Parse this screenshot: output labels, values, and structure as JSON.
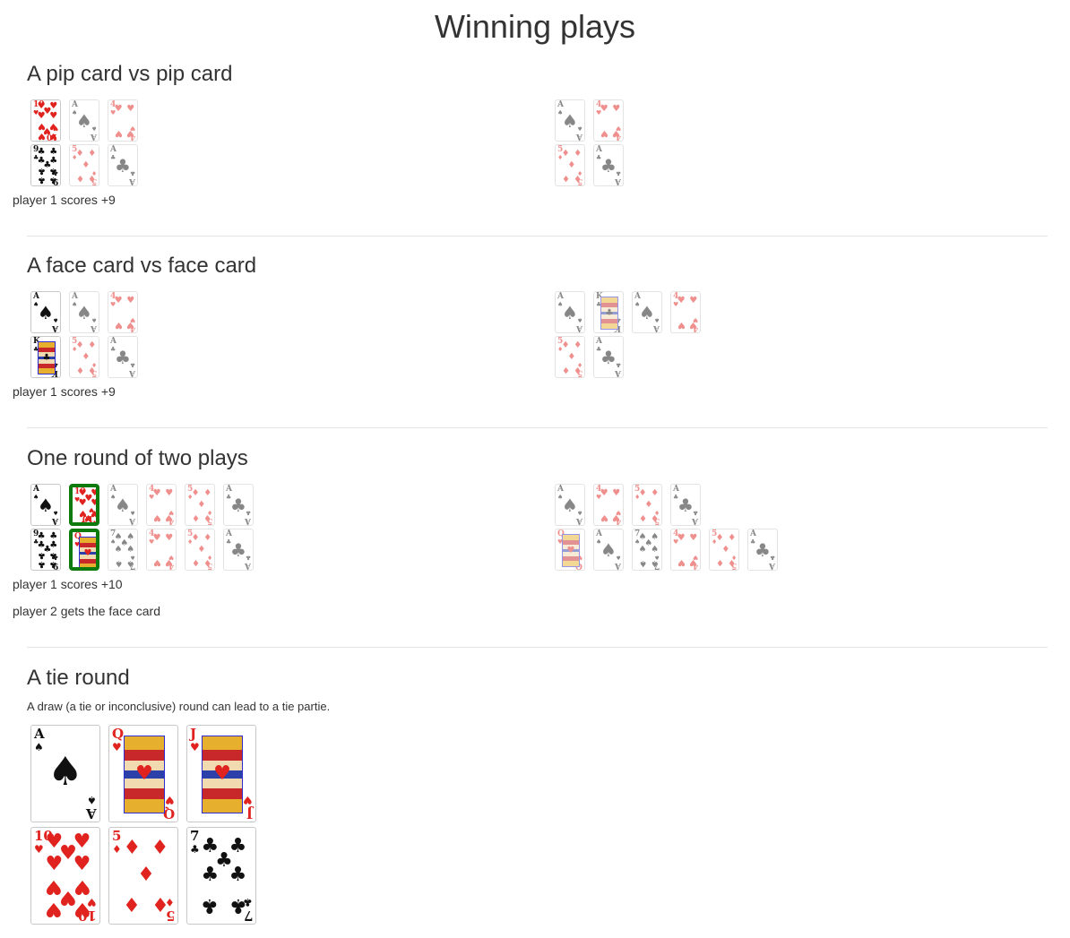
{
  "page": {
    "title": "Winning plays"
  },
  "sections": [
    {
      "title": "A pip card vs pip card",
      "left_rows": [
        [
          "10H",
          "AS",
          "4H"
        ],
        [
          "9C",
          "5D",
          "AC"
        ]
      ],
      "right_rows": [
        [
          "AS",
          "4H"
        ],
        [
          "5D",
          "AC"
        ]
      ],
      "notes": [
        "player 1 scores +9"
      ]
    },
    {
      "title": "A face card vs face card",
      "left_rows": [
        [
          "AS",
          "AS",
          "4H"
        ],
        [
          "KC",
          "5D",
          "AC"
        ]
      ],
      "right_rows": [
        [
          "AS",
          "KC",
          "AS",
          "4H"
        ],
        [
          "5D",
          "AC"
        ]
      ],
      "notes": [
        "player 1 scores +9"
      ]
    },
    {
      "title": "One round of two plays",
      "left_rows": [
        [
          "AS",
          "10H",
          "AS",
          "4H",
          "5D",
          "AC"
        ],
        [
          "9C",
          "QH",
          "7S",
          "4H",
          "5D",
          "AC"
        ]
      ],
      "right_rows": [
        [
          "AS",
          "4H",
          "5D",
          "AC"
        ],
        [
          "QH",
          "AS",
          "7S",
          "4H",
          "5D",
          "AC"
        ]
      ],
      "selected_label": "selected",
      "notes": [
        "player 1 scores +10",
        "player 2 gets the face card"
      ]
    },
    {
      "title": "A tie round",
      "description": "A draw (a tie or inconclusive) round can lead to a tie partie.",
      "rows": [
        [
          "AS",
          "QH",
          "JH"
        ],
        [
          "10H",
          "5D",
          "7C"
        ]
      ]
    }
  ],
  "card_legend": {
    "AS": {
      "rank": "A",
      "suit": "spade-icon",
      "color": "black"
    },
    "AC": {
      "rank": "A",
      "suit": "club-icon",
      "color": "black"
    },
    "4H": {
      "rank": "4",
      "suit": "heart-icon",
      "color": "red"
    },
    "5D": {
      "rank": "5",
      "suit": "diamond-icon",
      "color": "red"
    },
    "9C": {
      "rank": "9",
      "suit": "club-icon",
      "color": "black"
    },
    "10H": {
      "rank": "10",
      "suit": "heart-icon",
      "color": "red"
    },
    "KC": {
      "rank": "K",
      "suit": "club-icon",
      "color": "black"
    },
    "QH": {
      "rank": "Q",
      "suit": "heart-icon",
      "color": "red"
    },
    "JH": {
      "rank": "J",
      "suit": "heart-icon",
      "color": "red"
    },
    "7S": {
      "rank": "7",
      "suit": "spade-icon",
      "color": "black"
    },
    "7C": {
      "rank": "7",
      "suit": "club-icon",
      "color": "black"
    }
  },
  "colors": {
    "red": "#e0231f",
    "black": "#111111",
    "selected_border": "#0c7a0c",
    "rule": "#e4e4e4"
  }
}
